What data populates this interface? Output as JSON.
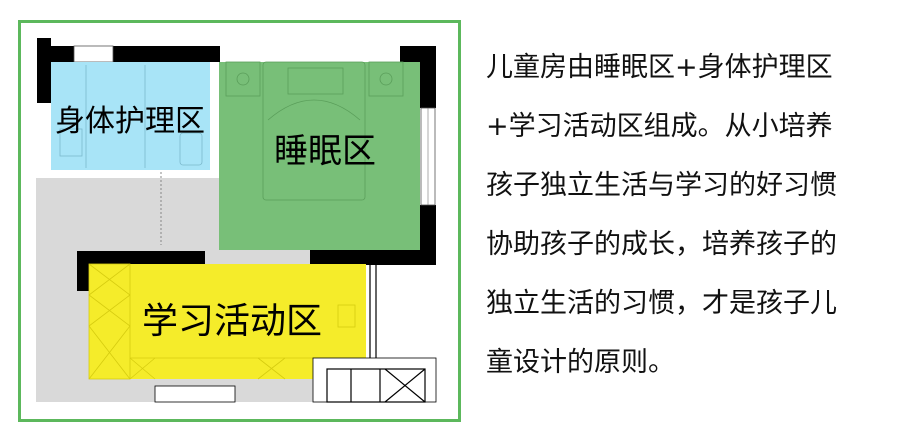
{
  "plan": {
    "zones": [
      {
        "name": "身体护理区",
        "color": "#a8e4f7"
      },
      {
        "name": "睡眠区",
        "color": "#78bf78"
      },
      {
        "name": "学习活动区",
        "color": "#f5ec2a"
      }
    ],
    "frame_color": "#5cb85c"
  },
  "description": {
    "lines": [
      "儿童房由睡眠区+身体护理区",
      "+学习活动区组成。从小培养",
      "孩子独立生活与学习的好习惯",
      "协助孩子的成长，培养孩子的",
      "独立生活的习惯，才是孩子儿",
      "童设计的原则。"
    ]
  }
}
